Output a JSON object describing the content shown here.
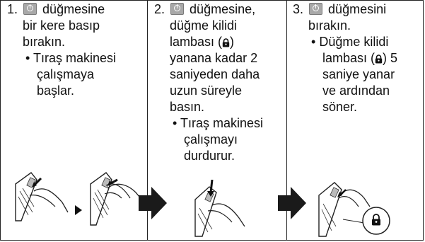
{
  "steps": [
    {
      "number": "1.",
      "line1_after": "düğmesine",
      "line2": "bir kere basıp",
      "line3": "bırakın.",
      "bullet": "•",
      "sub1": "Tıraş makinesi",
      "sub2": "çalışmaya",
      "sub3": "başlar."
    },
    {
      "number": "2.",
      "line1_after": "düğmesine,",
      "line2": "düğme kilidi",
      "line3_before": "lambası (",
      "line3_after": ")",
      "line4": "yanana kadar 2",
      "line5": "saniyeden daha",
      "line6": "uzun süreyle",
      "line7": "basın.",
      "bullet": "•",
      "sub1": "Tıraş makinesi",
      "sub2": "çalışmayı",
      "sub3": "durdurur."
    },
    {
      "number": "3.",
      "line1_after": "düğmesini",
      "line2": "bırakın.",
      "bullet": "•",
      "sub1": "Düğme kilidi",
      "sub2_before": "lambası (",
      "sub2_after": ") 5",
      "sub3": "saniye yanar",
      "sub4": "ve ardından",
      "sub5": "söner."
    }
  ],
  "icons": [
    "power-button-icon",
    "lock-icon"
  ],
  "colors": {
    "text": "#111111",
    "button": "#a8a8a8",
    "arrow": "#1a1a1a"
  }
}
